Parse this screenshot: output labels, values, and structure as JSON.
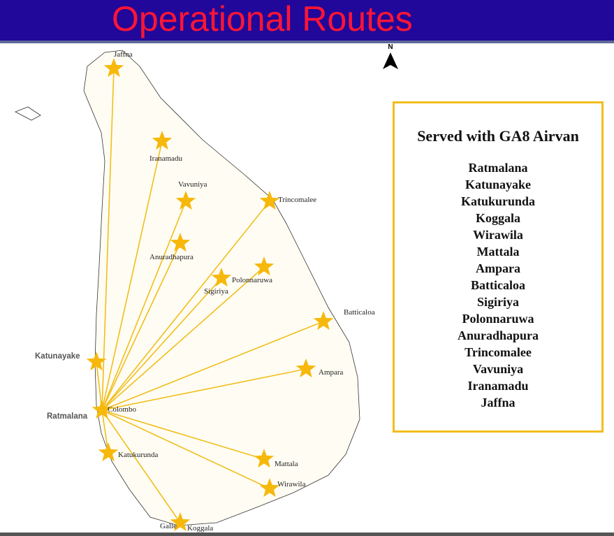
{
  "header": {
    "title": "Operational Routes"
  },
  "compass": {
    "label": "N"
  },
  "map": {
    "labels": {
      "jaffna": "Jaffna",
      "iranamadu": "Iranamadu",
      "vavuniya": "Vavuniya",
      "trincomalee": "Trincomalee",
      "anuradhapura": "Anuradhapura",
      "sigiriya": "Sigiriya",
      "polonnaruwa": "Polonnaruwa",
      "batticaloa": "Batticaloa",
      "katunayake": "Katunayake",
      "ampara": "Ampara",
      "colombo": "Colombo",
      "ratmalana": "Ratmalana",
      "katukurunda": "Katukurunda",
      "mattala": "Mattala",
      "wirawila": "Wirawila",
      "galle": "Galle",
      "koggala": "Koggala"
    },
    "route_color": "#f2bd1d"
  },
  "served_box": {
    "title": "Served with GA8 Airvan",
    "items": [
      "Ratmalana",
      "Katunayake",
      "Katukurunda",
      "Koggala",
      "Wirawila",
      "Mattala",
      "Ampara",
      "Batticaloa",
      "Sigiriya",
      "Polonnaruwa",
      "Anuradhapura",
      "Trincomalee",
      "Vavuniya",
      "Iranamadu",
      "Jaffna"
    ]
  }
}
